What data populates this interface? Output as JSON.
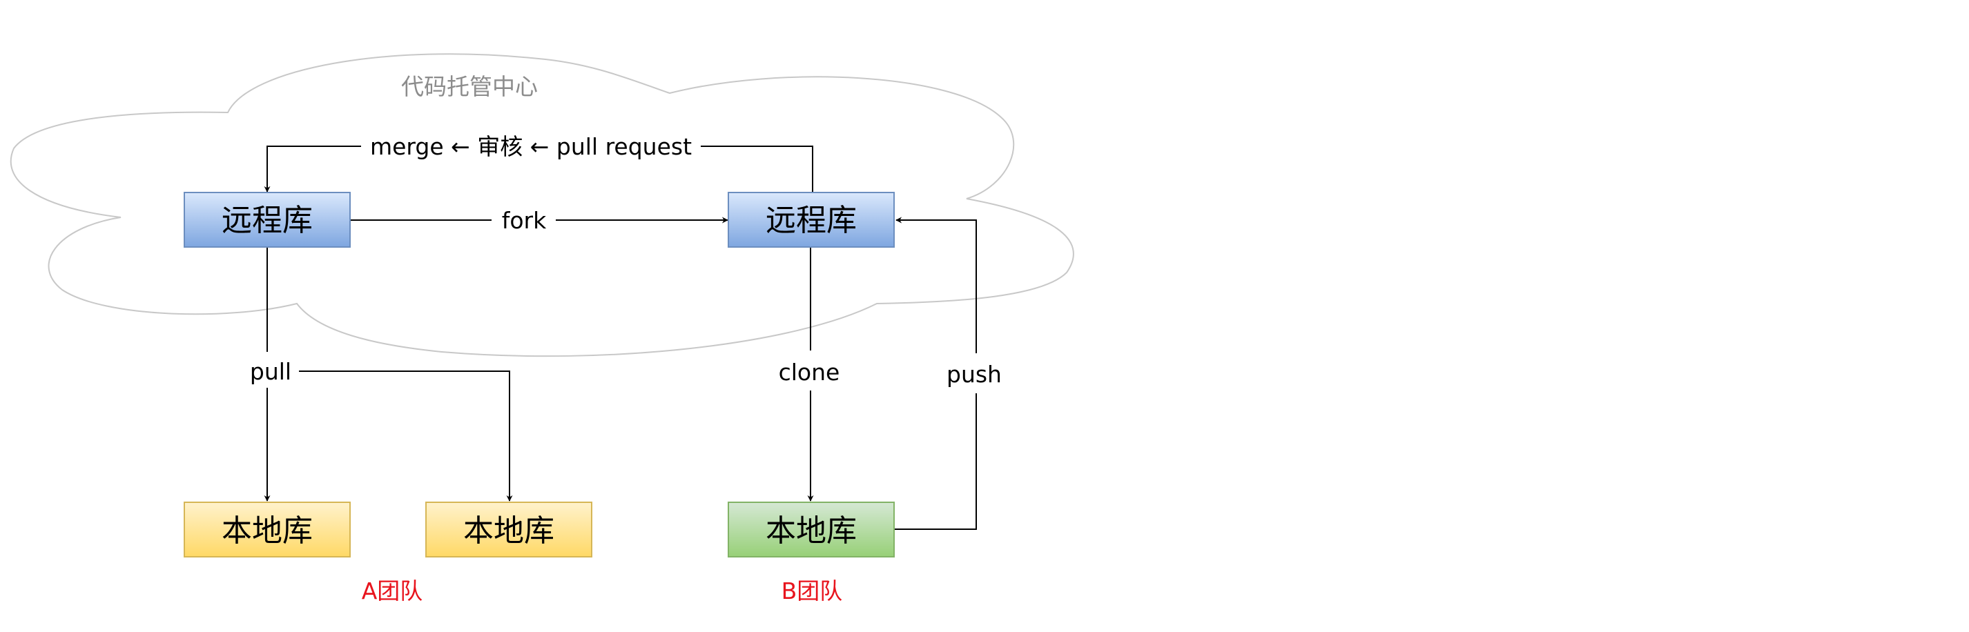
{
  "cloud": {
    "label": "代码托管中心"
  },
  "nodes": {
    "remote_a": {
      "label": "远程库"
    },
    "remote_b": {
      "label": "远程库"
    },
    "local_a1": {
      "label": "本地库"
    },
    "local_a2": {
      "label": "本地库"
    },
    "local_b": {
      "label": "本地库"
    }
  },
  "edges": {
    "merge": {
      "label": "merge ← 审核 ← pull request"
    },
    "fork": {
      "label": "fork"
    },
    "pull": {
      "label": "pull"
    },
    "clone": {
      "label": "clone"
    },
    "push": {
      "label": "push"
    }
  },
  "teams": {
    "a": {
      "label": "A团队"
    },
    "b": {
      "label": "B团队"
    }
  },
  "colors": {
    "remote_fill_top": "#dae8fc",
    "remote_fill_bottom": "#7ea6e0",
    "remote_stroke": "#6c8ebf",
    "local_yellow_top": "#fff2cc",
    "local_yellow_bottom": "#ffd966",
    "local_yellow_stroke": "#d6b656",
    "local_green_top": "#d5e8d4",
    "local_green_bottom": "#97d077",
    "local_green_stroke": "#82b366",
    "cloud_stroke": "#c8c8c8",
    "team_label": "#e8141d"
  }
}
